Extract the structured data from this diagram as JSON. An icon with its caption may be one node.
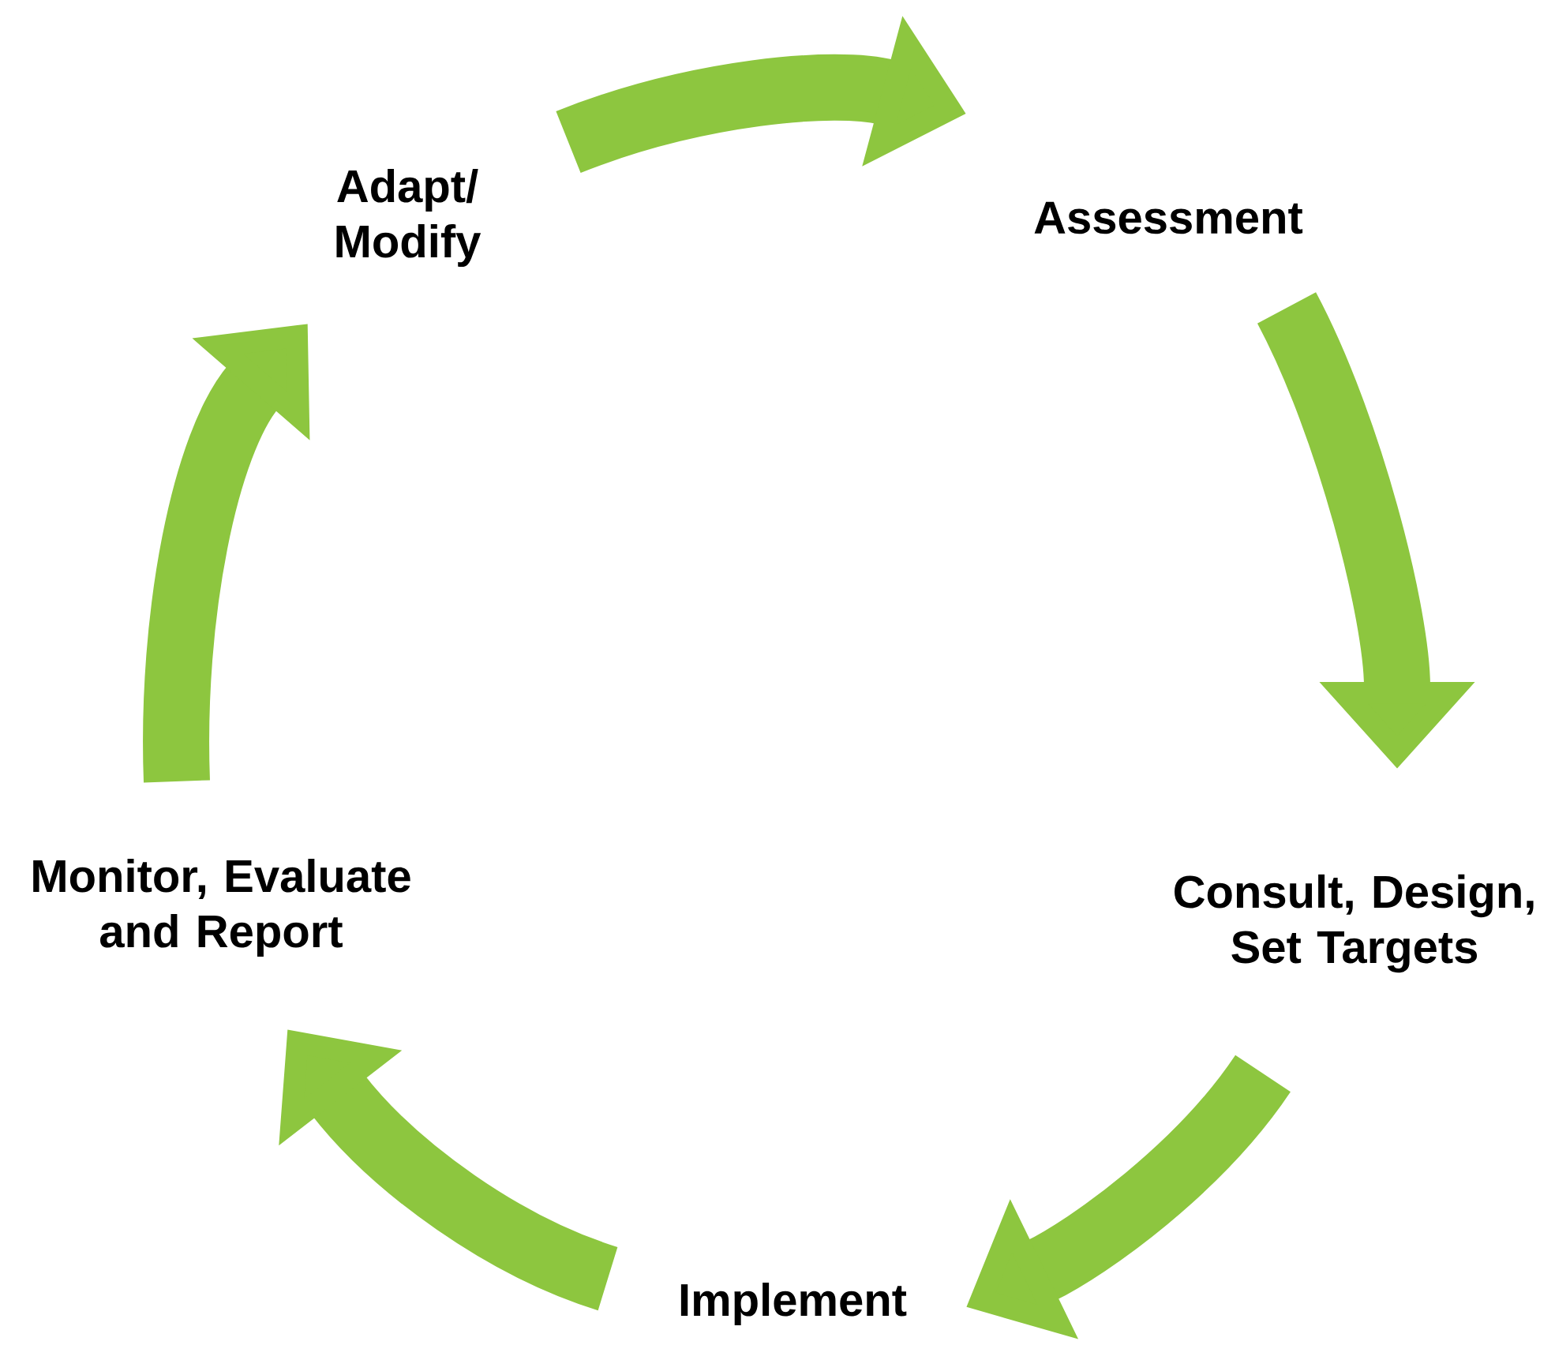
{
  "diagram": {
    "nodes": [
      {
        "text": [
          "Assessment"
        ]
      },
      {
        "text": [
          "Consult, Design, Set Targets"
        ]
      },
      {
        "text": [
          "Implement"
        ]
      },
      {
        "text": [
          "Monitor, Evaluate and Report"
        ]
      },
      {
        "text": [
          "Adapt/ Modify"
        ]
      }
    ],
    "edges": [
      {
        "from": 4,
        "to": 0,
        "arrow": "to"
      },
      {
        "from": 0,
        "to": 1,
        "arrow": "to"
      },
      {
        "from": 1,
        "to": 2,
        "arrow": "to"
      },
      {
        "from": 2,
        "to": 3,
        "arrow": "to"
      },
      {
        "from": 3,
        "to": 4,
        "arrow": "to"
      }
    ]
  }
}
